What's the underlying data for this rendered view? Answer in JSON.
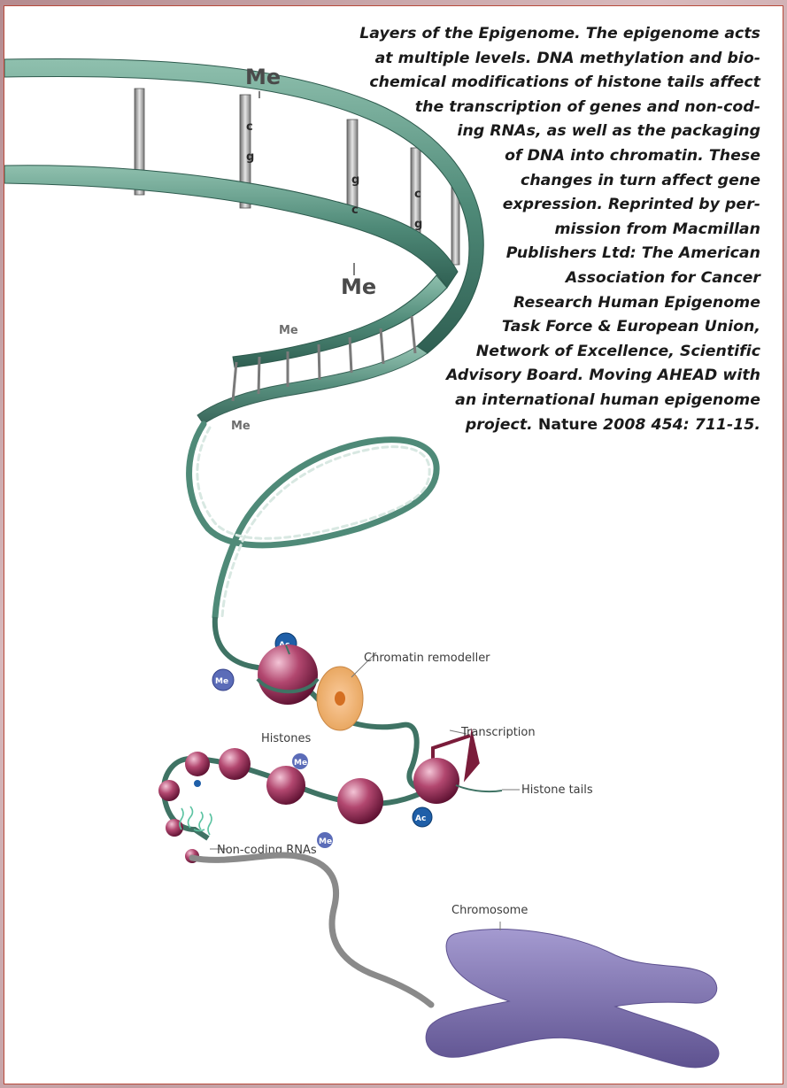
{
  "caption": {
    "lines": [
      "Layers of the Epigenome. The epigenome acts",
      "at multiple levels. DNA methylation and bio-",
      "chemical modifications of histone tails affect",
      "the transcription of genes and non-cod-",
      "ing RNAs, as well as the packaging",
      "of DNA into chromatin. These",
      "changes in turn affect gene",
      "expression. Reprinted by per-",
      "mission from Macmillan",
      "Publishers Ltd: The American",
      "Association for Cancer",
      "Research Human Epigenome",
      "Task Force & European Union,",
      "Network of Excellence, Scientific",
      "Advisory Board. Moving AHEAD with",
      "an international human epigenome"
    ],
    "last_line_italic": "project.",
    "journal": "Nature",
    "citation": "2008 454: 711-15."
  },
  "labels": {
    "me": "Me",
    "base_c": "c",
    "base_g": "g",
    "ac": "Ac",
    "chromatin_remodeller": "Chromatin remodeller",
    "histones": "Histones",
    "transcription": "Transcription",
    "histone_tails": "Histone tails",
    "non_coding_rnas": "Non-coding RNAs",
    "chromosome": "Chromosome"
  },
  "colors": {
    "dna_green": "#4f8a78",
    "histone_purple": "#7b1f46",
    "methyl_blue": "#5b6cb8",
    "acetyl_blue": "#1f5fa8",
    "remodeller_orange": "#e6a65c",
    "arrow_maroon": "#7a1c3a",
    "chromosome_lavender": "#7d72b0",
    "border_red": "#b84a3a"
  }
}
